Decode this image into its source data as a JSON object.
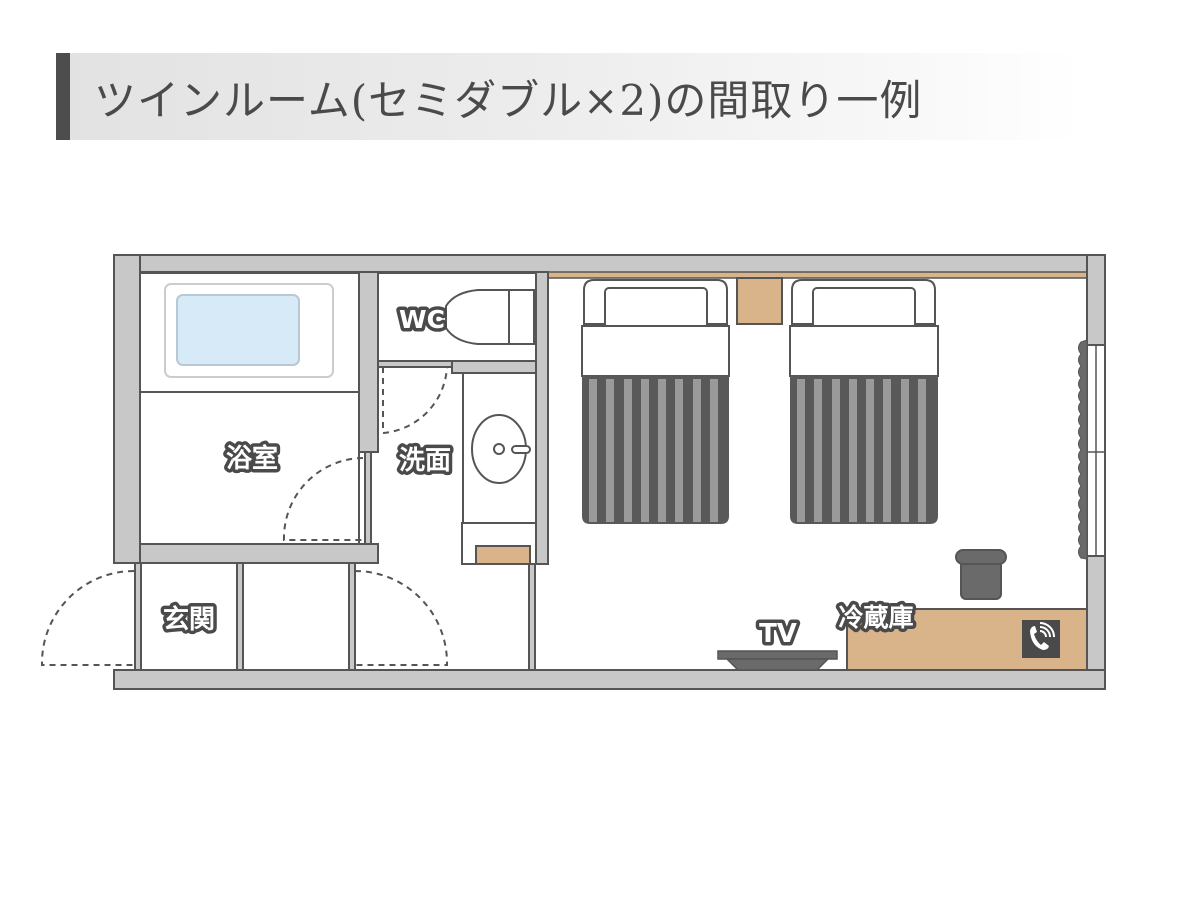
{
  "title": "ツインルーム(セミダブル×2)の間取り一例",
  "colors": {
    "wall": "#c8c8c8",
    "outline": "#555555",
    "wood": "#d9b38a",
    "bathtub_water": "#d6eaf8",
    "bed_dark": "#595959",
    "bed_stripe": "#9a9a9a",
    "title_accent": "#4d4d4d"
  },
  "rooms": {
    "bathroom": "浴室",
    "toilet": "WC",
    "washroom": "洗面",
    "entrance": "玄関",
    "tv": "TV",
    "fridge": "冷蔵庫"
  },
  "furniture": {
    "beds": [
      "semi-double-bed-1",
      "semi-double-bed-2"
    ],
    "phone_icon": "phone-icon"
  }
}
